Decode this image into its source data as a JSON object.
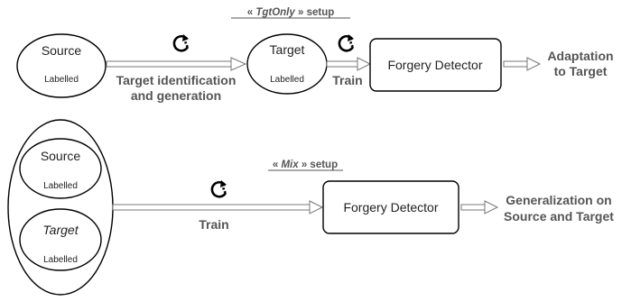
{
  "tgtonly": {
    "heading_open": "« ",
    "heading_em": "TgtOnly",
    "heading_close": " » setup",
    "source_title": "Source",
    "source_sub": "Labelled",
    "target_title": "Target",
    "target_sub": "Labelled",
    "arrow1_line1": "Target identification",
    "arrow1_line2": "and generation",
    "arrow2_label": "Train",
    "detector_label": "Forgery Detector",
    "output_line1": "Adaptation",
    "output_line2": "to Target"
  },
  "mix": {
    "heading_open": "« ",
    "heading_em": "Mix",
    "heading_close": " » setup",
    "source_title": "Source",
    "source_sub": "Labelled",
    "target_title": "Target",
    "target_sub": "Labelled",
    "arrow_label": "Train",
    "detector_label": "Forgery Detector",
    "output_line1": "Generalization on",
    "output_line2": "Source and Target"
  },
  "icons": [
    "refresh-icon",
    "refresh-icon",
    "refresh-icon"
  ]
}
